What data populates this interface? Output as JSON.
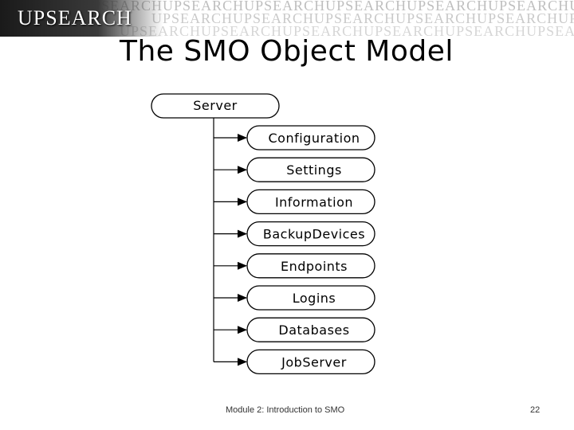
{
  "banner": {
    "logo_text": "UPSEARCH",
    "watermark_text": "UPSEARCHUPSEARCHUPSEARCHUPSEARCHUPSEARCHUPSEARCHUPSEARCHUPSEARCH"
  },
  "slide": {
    "title": "The SMO Object Model",
    "footer_module": "Module 2: Introduction to SMO",
    "page_number": "22"
  },
  "diagram": {
    "root": "Server",
    "children": [
      "Configuration",
      "Settings",
      "Information",
      "BackupDevices",
      "Endpoints",
      "Logins",
      "Databases",
      "JobServer"
    ]
  }
}
